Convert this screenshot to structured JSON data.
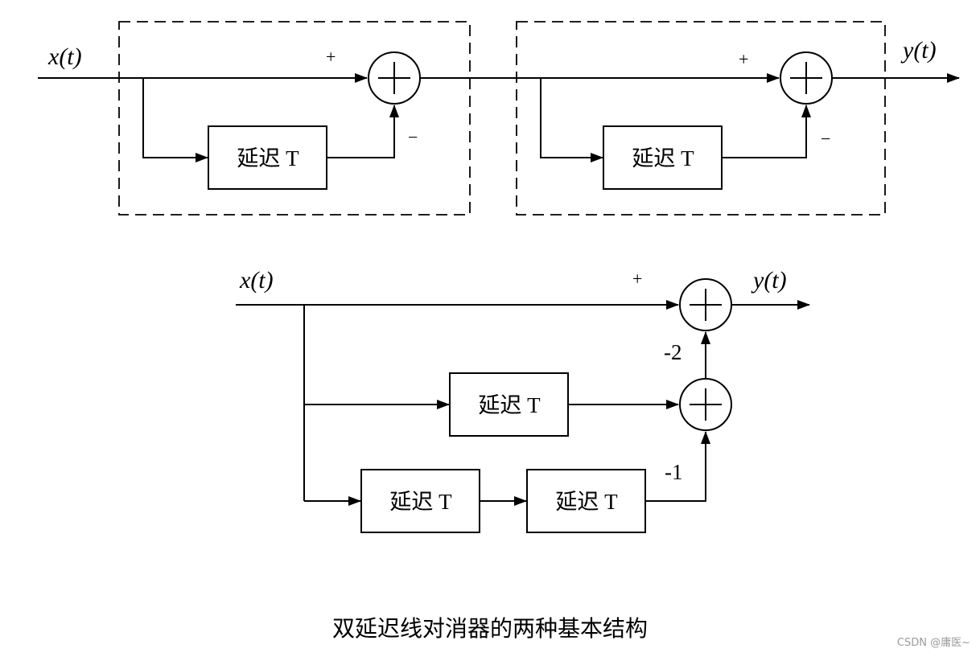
{
  "signals": {
    "input": "x(t)",
    "output": "y(t)"
  },
  "blocks": {
    "delay": "延迟 T"
  },
  "signs": {
    "plus": "+",
    "minus": "−",
    "coef_neg2": "-2",
    "coef_neg1": "-1"
  },
  "caption": "双延迟线对消器的两种基本结构",
  "watermark": "CSDN @庸医~"
}
